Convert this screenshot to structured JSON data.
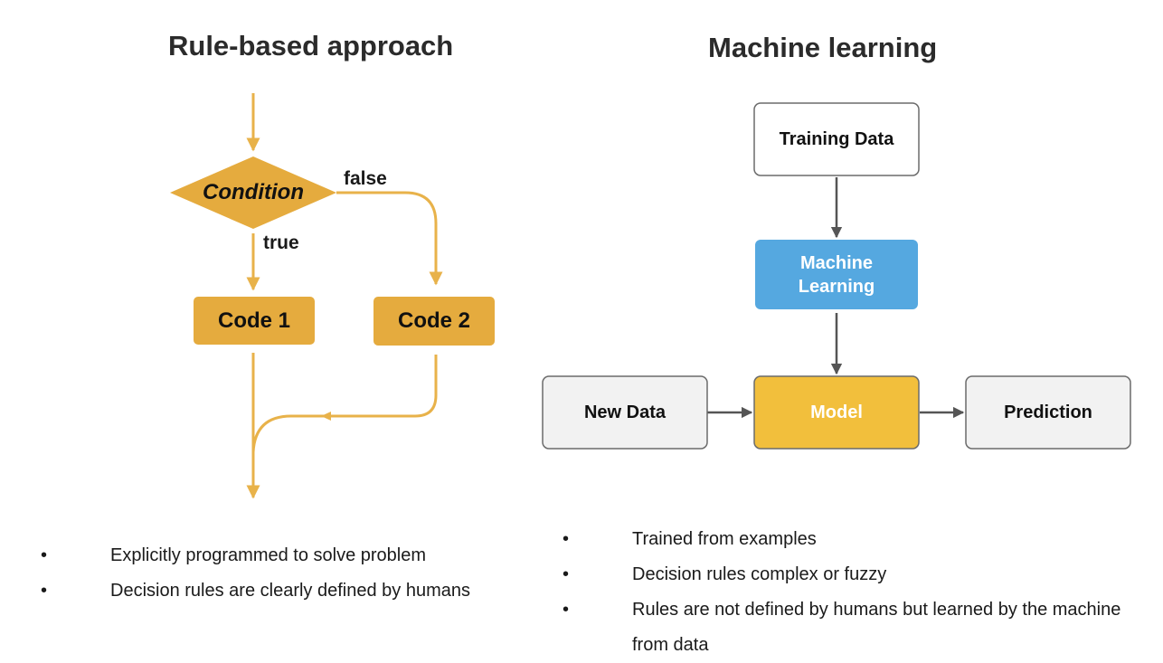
{
  "left_panel": {
    "title": "Rule-based approach",
    "condition_label": "Condition",
    "true_label": "true",
    "false_label": "false",
    "code1_label": "Code 1",
    "code2_label": "Code 2",
    "bullets": [
      "Explicitly programmed to solve problem",
      "Decision rules are clearly defined by humans"
    ]
  },
  "right_panel": {
    "title": "Machine learning",
    "training_data_label": "Training Data",
    "machine_learning_label": "Machine Learning",
    "new_data_label": "New Data",
    "model_label": "Model",
    "prediction_label": "Prediction",
    "bullets": [
      "Trained from examples",
      "Decision rules complex or fuzzy",
      "Rules are not defined by humans but learned by the machine from data"
    ]
  },
  "colors": {
    "rule_accent": "#E5AB3E",
    "rule_line": "#E8B24A",
    "ml_blue": "#55A8E0",
    "ml_yellow": "#F2BF3C",
    "gray_fill": "#F2F2F2",
    "arrow_gray": "#555555"
  }
}
